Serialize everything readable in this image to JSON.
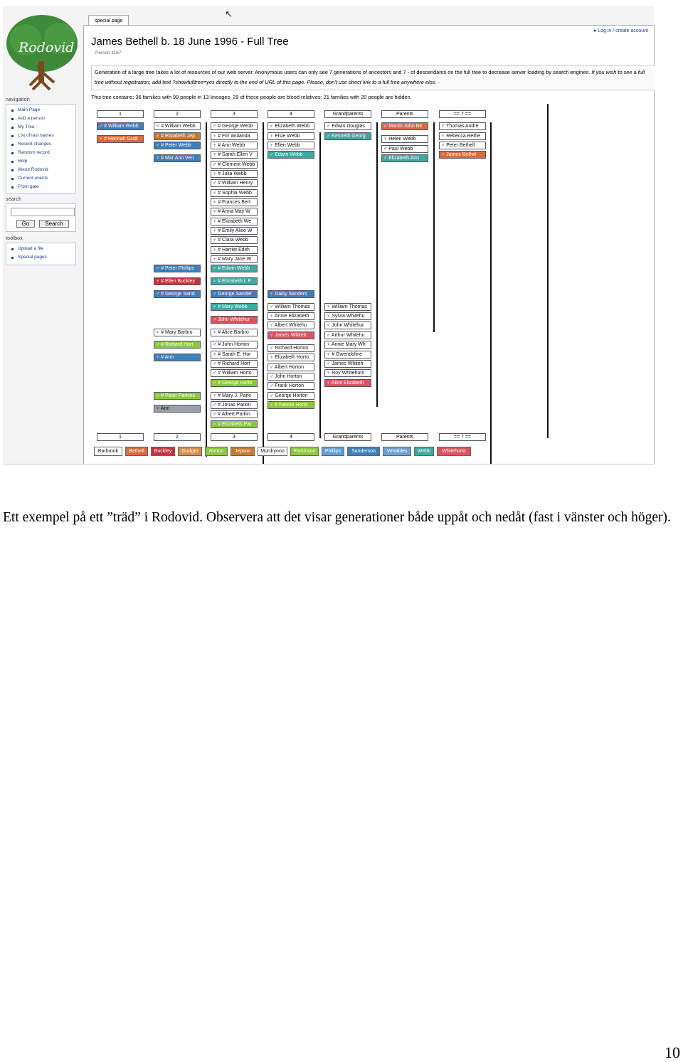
{
  "sidebar": {
    "logo": "Rodovid",
    "navigation_title": "navigation",
    "nav_items": [
      "Main Page",
      "Add a person",
      "My Tree",
      "List of last names",
      "Recent changes",
      "Random record",
      "Help",
      "About Rodovid",
      "Current events",
      "Front gate"
    ],
    "search_title": "search",
    "go_label": "Go",
    "search_label": "Search",
    "toolbox_title": "toolbox",
    "toolbox_items": [
      "Upload a file",
      "Special pages"
    ]
  },
  "header": {
    "tab": "special page",
    "login": "Log in / create account",
    "title": "James Bethell b. 18 June 1996 - Full Tree",
    "subtitle": "Person:1167",
    "notice_plain": "Generation of a large tree takes a lot of resources of our web server. Anonymous users can only see 7 generations of ancestors and 7 - of descendants on the full tree to decrease server loading by search engines.",
    "notice_italic": "If you wish to see a full tree without registration, add text ?showfulltree=yes directly to the end of URL of this page. Please, don't use direct link to a full tree anywhere else.",
    "summary": "This tree contains: 36 families with 99 people in 13 lineages, 29 of these people are blood relatives; 21 families with 20 people are hidden."
  },
  "tree": {
    "columns": [
      "1",
      "2",
      "3",
      "4",
      "Grandparents",
      "Parents",
      "== 7 =="
    ],
    "nodes": [
      {
        "t": "♂ # William Webb",
        "c": "#3f7fb8"
      },
      {
        "t": "♀ # Hannah Gudi",
        "c": "#d96a3f"
      },
      {
        "t": "♂ # William Webb",
        "c": "#ffffff"
      },
      {
        "t": "♀ # Elizabeth Jep",
        "c": "#c47a2f"
      },
      {
        "t": "♂ # Peter Webb",
        "c": "#3f7fb8"
      },
      {
        "t": "♀ # Mar Ann Ven",
        "c": "#3f7fb8"
      },
      {
        "t": "♂ # George Webb",
        "c": "#ffffff"
      },
      {
        "t": "♀ # Ftri Wulanda",
        "c": "#ffffff"
      },
      {
        "t": "♀ # Ann Webb",
        "c": "#ffffff"
      },
      {
        "t": "♀ # Sarah Ellen V",
        "c": "#ffffff"
      },
      {
        "t": "♂ # Clement Webb",
        "c": "#ffffff"
      },
      {
        "t": "♀ # Julia Webb",
        "c": "#ffffff"
      },
      {
        "t": "♂ # William Henry",
        "c": "#ffffff"
      },
      {
        "t": "♀ # Sophia Webb",
        "c": "#ffffff"
      },
      {
        "t": "♀ # Frances Bert",
        "c": "#ffffff"
      },
      {
        "t": "♀ # Anna May W",
        "c": "#ffffff"
      },
      {
        "t": "♀ # Elizabeth We",
        "c": "#ffffff"
      },
      {
        "t": "♀ # Emily Alice W",
        "c": "#ffffff"
      },
      {
        "t": "♀ # Clara Webb",
        "c": "#ffffff"
      },
      {
        "t": "♀ # Harriet Edith",
        "c": "#ffffff"
      },
      {
        "t": "♀ # Mary Jane W",
        "c": "#ffffff"
      },
      {
        "t": "♂ # Edwin Webb",
        "c": "#3fa8a0"
      },
      {
        "t": "♀ # Elizabeth L P",
        "c": "#3fa8a0"
      },
      {
        "t": "♀ Elizabeth Webb",
        "c": "#ffffff"
      },
      {
        "t": "♀ Elsie Webb",
        "c": "#ffffff"
      },
      {
        "t": "♀ Ellen Webb",
        "c": "#ffffff"
      },
      {
        "t": "♂ Edwin Webb",
        "c": "#3fa8a0"
      },
      {
        "t": "♂ Edwin Douglas",
        "c": "#ffffff"
      },
      {
        "t": "♂ Kenneth Georg",
        "c": "#3fa8a0"
      },
      {
        "t": "♂ Martin John Be",
        "c": "#d96a3f"
      },
      {
        "t": "♀ Helen Webb",
        "c": "#ffffff"
      },
      {
        "t": "♂ Paul Webb",
        "c": "#ffffff"
      },
      {
        "t": "♀ Elizabeth Ann",
        "c": "#3fa8a0"
      },
      {
        "t": "♂ Thomas Andre",
        "c": "#ffffff"
      },
      {
        "t": "♀ Rebecca Bethe",
        "c": "#ffffff"
      },
      {
        "t": "♂ Peter Bethell",
        "c": "#ffffff"
      },
      {
        "t": "♂ James Bethel",
        "c": "#d96a3f"
      },
      {
        "t": "♂ # Peter Phillips",
        "c": "#3f7fb8"
      },
      {
        "t": "♀ # Ellen Buckley",
        "c": "#c8323c"
      },
      {
        "t": "♂ # George Sand",
        "c": "#3f7fb8"
      },
      {
        "t": "♂ George Sander",
        "c": "#3f7fb8"
      },
      {
        "t": "♀ Daisy Sanders",
        "c": "#3f7fb8"
      },
      {
        "t": "♀ # Mary Webb",
        "c": "#3fa8a0"
      },
      {
        "t": "♂ John Whitehur",
        "c": "#d9555f"
      },
      {
        "t": "♂ William Thomas",
        "c": "#ffffff"
      },
      {
        "t": "♀ Annie Elizabeth",
        "c": "#ffffff"
      },
      {
        "t": "♂ Albert Whitehu",
        "c": "#ffffff"
      },
      {
        "t": "♂ James Whiteh",
        "c": "#d9555f"
      },
      {
        "t": "♀ William Thomas",
        "c": "#ffffff"
      },
      {
        "t": "♀ Sylvia Whitehu",
        "c": "#ffffff"
      },
      {
        "t": "♂ John Whitehur",
        "c": "#ffffff"
      },
      {
        "t": "♂ Arthur Whitehu",
        "c": "#ffffff"
      },
      {
        "t": "♀ Annie Mary Wh",
        "c": "#ffffff"
      },
      {
        "t": "♀ # Gwendoline",
        "c": "#ffffff"
      },
      {
        "t": "♂ James Whiteh",
        "c": "#ffffff"
      },
      {
        "t": "♀ Roy Whitehurs",
        "c": "#ffffff"
      },
      {
        "t": "♀ Alice Elizabeth",
        "c": "#d9555f"
      },
      {
        "t": "♀ # Mary Barbro",
        "c": "#ffffff"
      },
      {
        "t": "♂ # Richard Hort",
        "c": "#8cc83c"
      },
      {
        "t": "♀ # Ann",
        "c": "#3f7fb8"
      },
      {
        "t": "♀ # Alice Barbro",
        "c": "#ffffff"
      },
      {
        "t": "♂ # John Horton",
        "c": "#ffffff"
      },
      {
        "t": "♀ # Sarah E. Hor",
        "c": "#ffffff"
      },
      {
        "t": "♂ # Richard Hort",
        "c": "#ffffff"
      },
      {
        "t": "♂ # William Horto",
        "c": "#ffffff"
      },
      {
        "t": "♂ # George Horto",
        "c": "#8cc83c"
      },
      {
        "t": "♂ Richard Horton",
        "c": "#ffffff"
      },
      {
        "t": "♀ Elizabeth Horto",
        "c": "#ffffff"
      },
      {
        "t": "♂ Albert Horton",
        "c": "#ffffff"
      },
      {
        "t": "♂ John Horton",
        "c": "#ffffff"
      },
      {
        "t": "♂ Frank Horton",
        "c": "#ffffff"
      },
      {
        "t": "♂ George Horton",
        "c": "#ffffff"
      },
      {
        "t": "♀ # Fannie Horto",
        "c": "#8cc83c"
      },
      {
        "t": "♂ # Peter Parkins",
        "c": "#8cc83c"
      },
      {
        "t": "♀ Ann",
        "c": "#9aa0a8"
      },
      {
        "t": "♀ # Mary J. Parki",
        "c": "#ffffff"
      },
      {
        "t": "♂ # Jonas Parkin",
        "c": "#ffffff"
      },
      {
        "t": "♂ # Albert Parkin",
        "c": "#ffffff"
      },
      {
        "t": "♀ # Elizabeth Par",
        "c": "#8cc83c"
      }
    ],
    "legend": [
      {
        "name": "Barbrook",
        "c": "#ffffff"
      },
      {
        "name": "Bethell",
        "c": "#d96a3f"
      },
      {
        "name": "Buckley",
        "c": "#c8323c"
      },
      {
        "name": "Gudger",
        "c": "#d98a4a"
      },
      {
        "name": "Horton",
        "c": "#8cc83c"
      },
      {
        "name": "Jepson",
        "c": "#c47a2f"
      },
      {
        "name": "Murdryono",
        "c": "#ffffff"
      },
      {
        "name": "Parkinson",
        "c": "#8cc83c"
      },
      {
        "name": "Phillips",
        "c": "#5f9fd8"
      },
      {
        "name": "Sanderson",
        "c": "#3f7fb8"
      },
      {
        "name": "Venables",
        "c": "#6f9fd0"
      },
      {
        "name": "Webb",
        "c": "#3fa8a0"
      },
      {
        "name": "Whitehurst",
        "c": "#d9555f"
      }
    ]
  },
  "caption": "Ett exempel på ett ”träd” i Rodovid. Observera att det visar generationer både uppåt och nedåt (fast i vänster och höger).",
  "page_number": "10"
}
